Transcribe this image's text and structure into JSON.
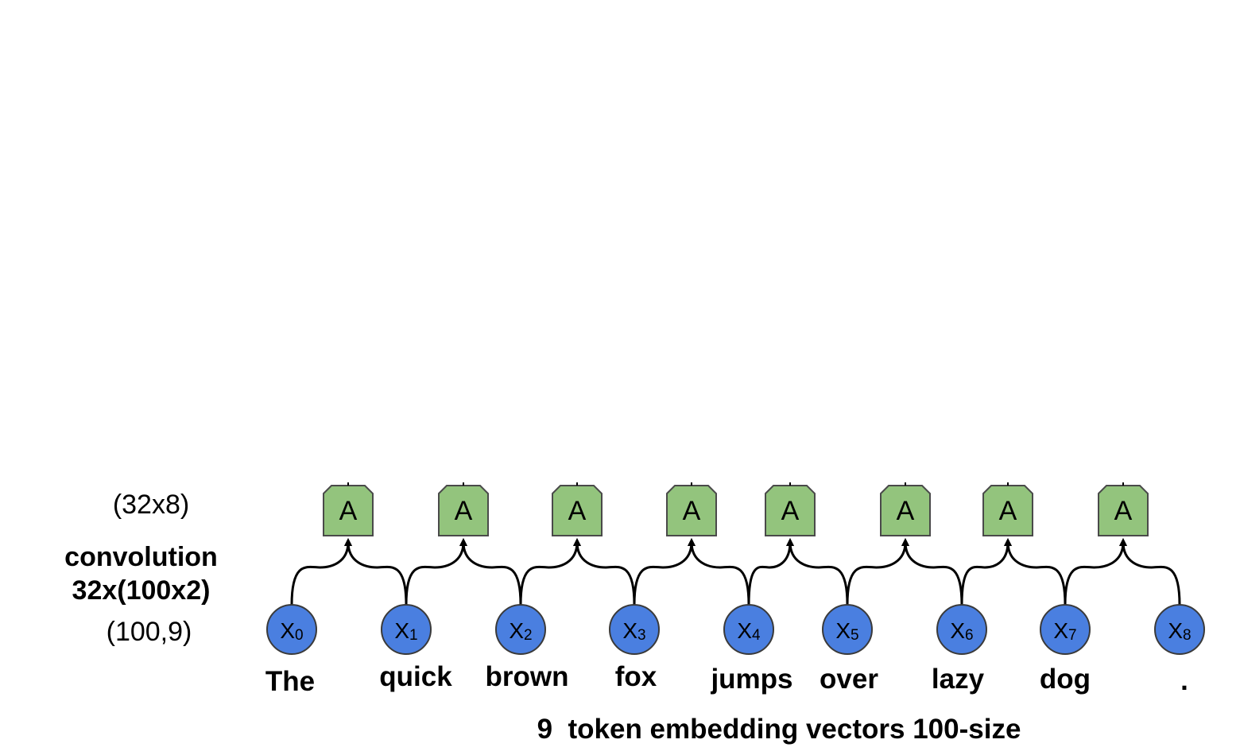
{
  "labels": {
    "output_shape": "(32x8)",
    "convolution_line1": "convolution",
    "convolution_line2": "32x(100x2)",
    "input_shape": "(100,9)",
    "caption": "9  token embedding vectors 100-size"
  },
  "inputs": [
    {
      "symbol": "X",
      "index": "0",
      "word": "The"
    },
    {
      "symbol": "X",
      "index": "1",
      "word": "quick"
    },
    {
      "symbol": "X",
      "index": "2",
      "word": "brown"
    },
    {
      "symbol": "X",
      "index": "3",
      "word": "fox"
    },
    {
      "symbol": "X",
      "index": "4",
      "word": "jumps"
    },
    {
      "symbol": "X",
      "index": "5",
      "word": "over"
    },
    {
      "symbol": "X",
      "index": "6",
      "word": "lazy"
    },
    {
      "symbol": "X",
      "index": "7",
      "word": "dog"
    },
    {
      "symbol": "X",
      "index": "8",
      "word": "."
    }
  ],
  "filters": [
    {
      "label": "A"
    },
    {
      "label": "A"
    },
    {
      "label": "A"
    },
    {
      "label": "A"
    },
    {
      "label": "A"
    },
    {
      "label": "A"
    },
    {
      "label": "A"
    },
    {
      "label": "A"
    }
  ],
  "colors": {
    "input_node_fill": "#4a7fe0",
    "input_node_stroke": "#3a3a3a",
    "filter_fill": "#93c47d",
    "filter_stroke": "#4a4a4a",
    "edge": "#000000"
  }
}
